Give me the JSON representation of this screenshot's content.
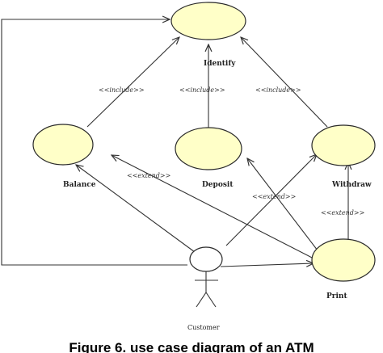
{
  "use_cases": {
    "identify": "Identify",
    "balance": "Balance",
    "deposit": "Deposit",
    "withdraw": "Withdraw",
    "print": "Print"
  },
  "actor": "Customer",
  "stereotypes": {
    "include": "<<include>>",
    "extend": "<<extend>>"
  },
  "caption": "Figure 6. use case diagram of an ATM"
}
